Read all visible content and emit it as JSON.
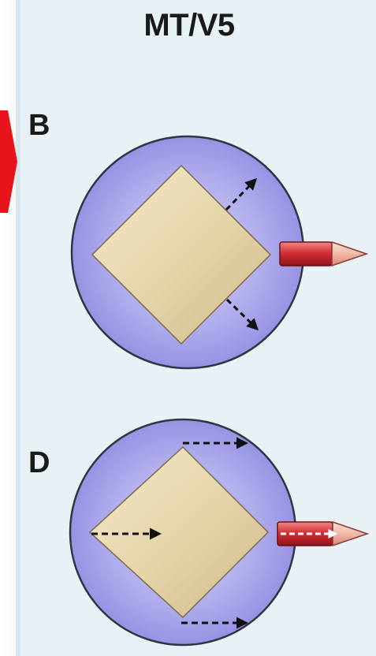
{
  "title": "MT/V5",
  "panels": [
    {
      "label": "B"
    },
    {
      "label": "D"
    }
  ],
  "colors": {
    "background": "#e6f1f6",
    "circle": "#a9a6ea",
    "circle_edge": "#3a3a4a",
    "diamond": "#e6d6ae",
    "arrow_shaft": "#d2373d",
    "arrow_tip": "#f0b6a8",
    "dashed_arrow": "#111111",
    "corner_marker": "#e8141c"
  },
  "icons": {
    "corner_marker": "red-arrow-marker-icon",
    "output_arrow": "red-pointer-arrow-icon"
  }
}
